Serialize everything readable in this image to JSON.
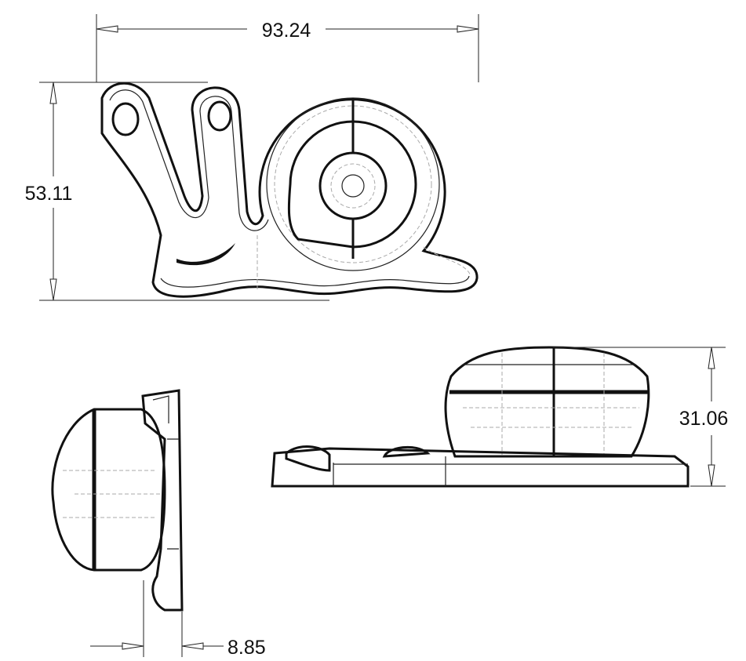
{
  "title": "Snail part technical drawing",
  "dimensions": {
    "overall_width": "93.24",
    "overall_height": "53.11",
    "front_height": "31.06",
    "side_thickness": "8.85"
  },
  "colors": {
    "line": "#111111",
    "hidden_line": "#aaaaaa",
    "background": "#ffffff"
  }
}
